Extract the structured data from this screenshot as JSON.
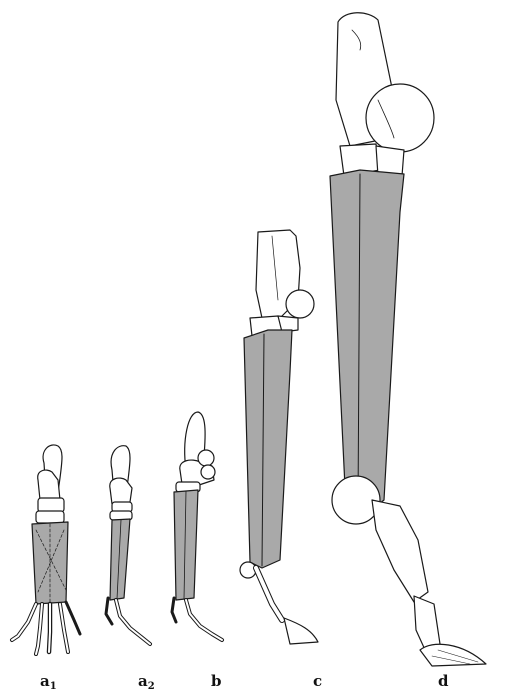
{
  "figure": {
    "labels": [
      {
        "id": "a1",
        "main": "a",
        "sub": "1"
      },
      {
        "id": "a2",
        "main": "a",
        "sub": "2"
      },
      {
        "id": "b",
        "main": "b",
        "sub": ""
      },
      {
        "id": "c",
        "main": "c",
        "sub": ""
      },
      {
        "id": "d",
        "main": "d",
        "sub": ""
      }
    ]
  },
  "colors": {
    "bone_fill": "#ffffff",
    "metatarsal_fill": "#a9a9a9",
    "outline": "#1a1a1a"
  }
}
